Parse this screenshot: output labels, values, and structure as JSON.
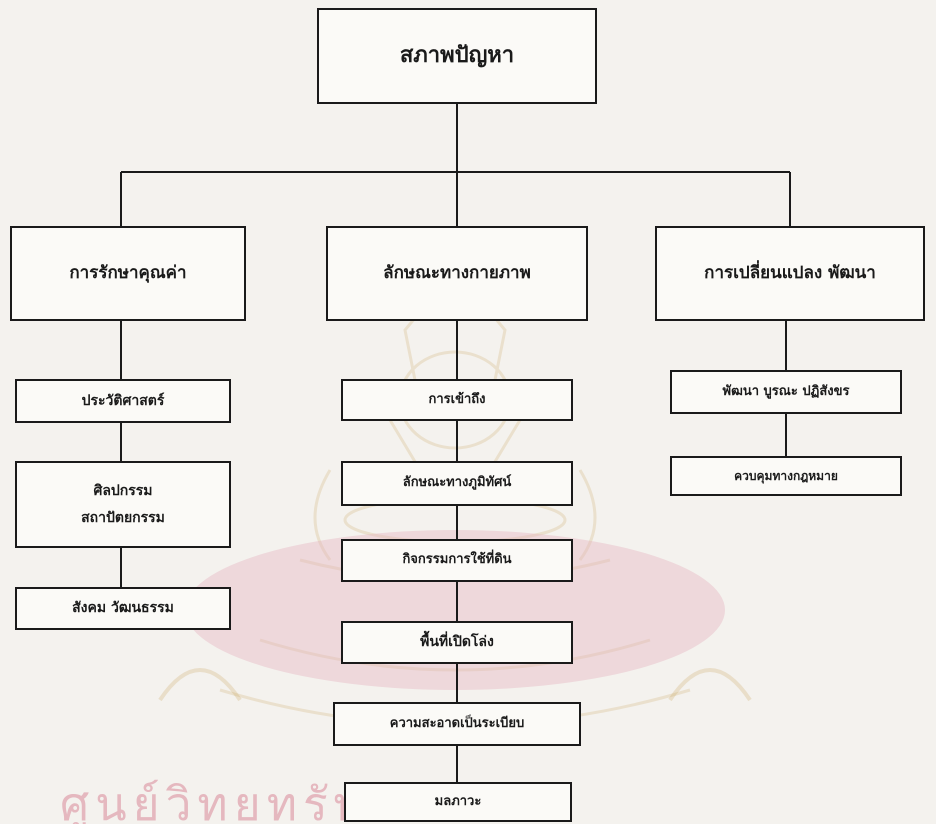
{
  "diagram": {
    "root": "สภาพปัญหา",
    "branches": {
      "left": {
        "title": "การรักษาคุณค่า",
        "items": [
          "ประวัติศาสตร์",
          "ศิลปกรรม",
          "สถาปัตยกรรม",
          "สังคม วัฒนธรรม"
        ]
      },
      "center": {
        "title": "ลักษณะทางกายภาพ",
        "items": [
          "การเข้าถึง",
          "ลักษณะทางภูมิทัศน์",
          "กิจกรรมการใช้ที่ดิน",
          "พื้นที่เปิดโล่ง",
          "ความสะอาดเป็นระเบียบ",
          "มลภาวะ"
        ]
      },
      "right": {
        "title": "การเปลี่ยนแปลง พัฒนา",
        "items": [
          "พัฒนา บูรณะ ปฏิสังขร",
          "ควบคุมทางกฎหมาย"
        ]
      }
    }
  },
  "watermark": {
    "text": "ศูนย์วิทยทรัพยากร",
    "color": "#d98a9a"
  }
}
